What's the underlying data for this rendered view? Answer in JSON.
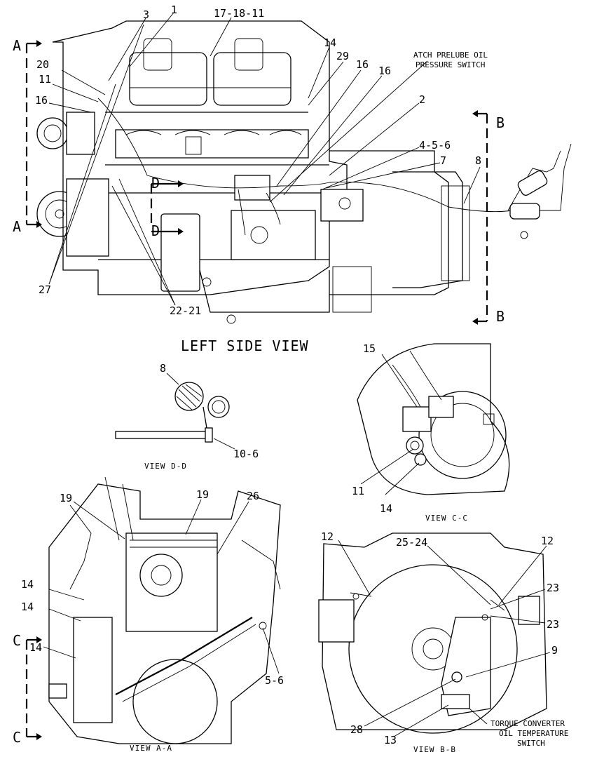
{
  "title": "LEFT SIDE VIEW",
  "main_view": {
    "callouts": {
      "c3": "3",
      "c1": "1",
      "c17_18_11": "17-18-11",
      "c14": "14",
      "c29": "29",
      "c20": "20",
      "c11": "11",
      "c16a": "16",
      "c16b": "16",
      "c16c": "16",
      "c2": "2",
      "c4_5_6": "4-5-6",
      "c7": "7",
      "c8": "8",
      "c27": "27",
      "c22_21": "22-21"
    },
    "prelube_switch_line1": "ATCH PRELUBE OIL",
    "prelube_switch_line2": "PRESSURE SWITCH",
    "section_markers": {
      "a_top": "A",
      "a_bottom": "A",
      "b_top": "B",
      "b_bottom": "B",
      "d_top": "D",
      "d_bottom": "D",
      "c_top": "C",
      "c_bottom": "C"
    }
  },
  "view_dd": {
    "label": "VIEW D-D",
    "c8": "8",
    "c10_6": "10-6"
  },
  "view_cc": {
    "label": "VIEW C-C",
    "c15": "15",
    "c11": "11",
    "c14": "14"
  },
  "view_aa": {
    "label": "VIEW A-A",
    "c19a": "19",
    "c19b": "19",
    "c26": "26",
    "c14a": "14",
    "c14b": "14",
    "c14c": "14",
    "c5_6": "5-6"
  },
  "view_bb": {
    "label": "VIEW B-B",
    "c12a": "12",
    "c25_24": "25-24",
    "c12b": "12",
    "c23a": "23",
    "c23b": "23",
    "c9": "9",
    "c28": "28",
    "c13": "13",
    "torque_line1": "TORQUE CONVERTER",
    "torque_line2": "OIL TEMPERATURE",
    "torque_line3": "SWITCH"
  }
}
